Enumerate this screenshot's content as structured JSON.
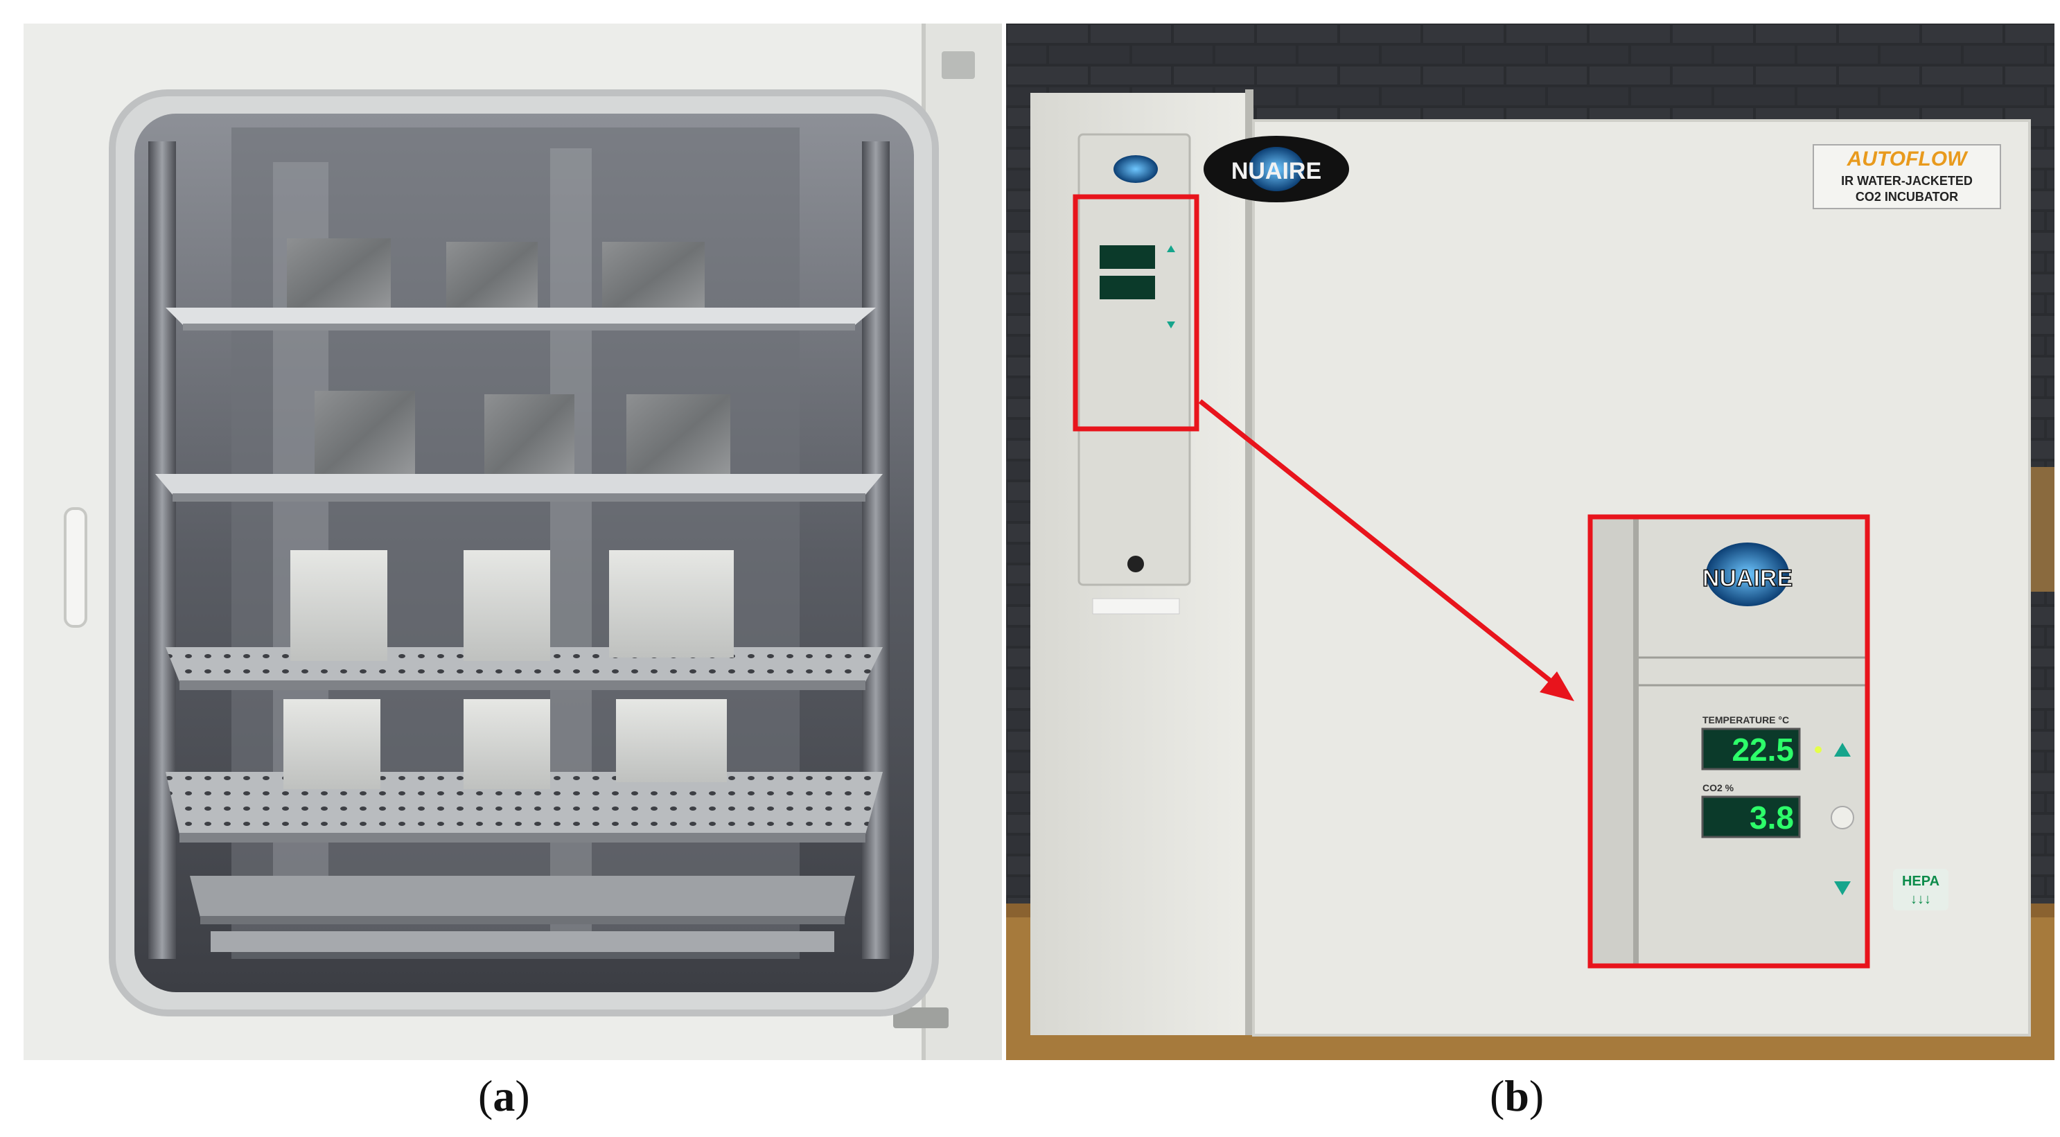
{
  "panels": [
    {
      "label": "a"
    },
    {
      "label": "b"
    }
  ],
  "incubator": {
    "brand": "NUAIRE",
    "product_badge": "AUTOFLOW",
    "product_line1": "IR WATER-JACKETED",
    "product_line2": "CO2 INCUBATOR",
    "temperature_label": "TEMPERATURE °C",
    "temperature_value": "22.5",
    "co2_label": "CO2 %",
    "co2_value": "3.8",
    "hepa_label": "HEPA"
  },
  "colors": {
    "highlight": "#e8141c",
    "display_digits": "#2dff6a",
    "display_bg": "#0b3a2a",
    "cabinet": "#e9e9e4",
    "wall": "#2a2c30"
  }
}
